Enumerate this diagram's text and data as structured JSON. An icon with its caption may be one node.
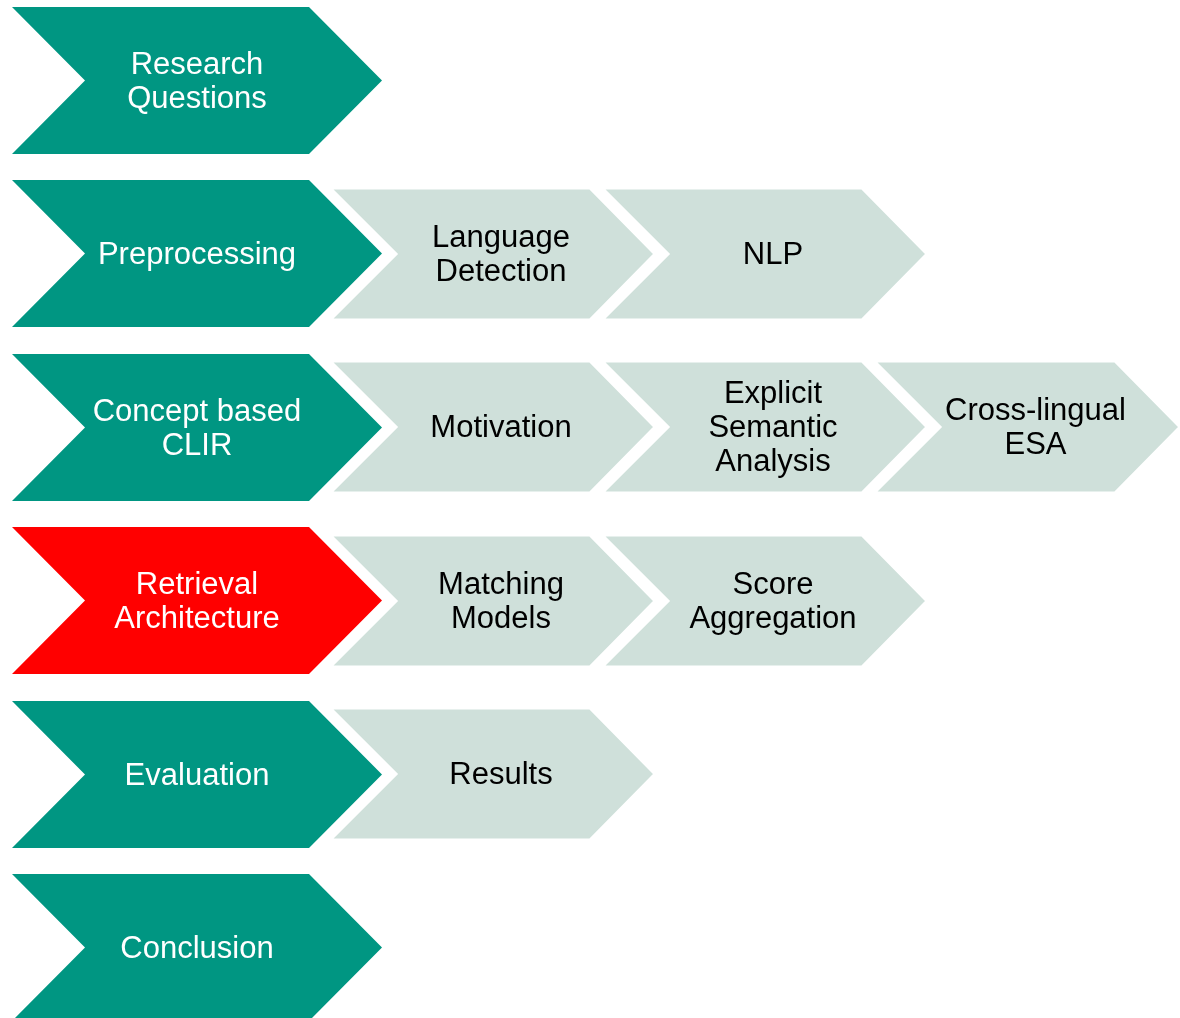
{
  "diagram": {
    "nodes": [
      {
        "text": [
          "Research Questions"
        ]
      },
      {
        "text": [
          "Preprocessing"
        ]
      },
      {
        "text": [
          "Language Detection"
        ]
      },
      {
        "text": [
          "NLP"
        ]
      },
      {
        "text": [
          "Concept based CLIR"
        ]
      },
      {
        "text": [
          "Motivation"
        ]
      },
      {
        "text": [
          "Explicit Semantic Analysis"
        ]
      },
      {
        "text": [
          "Cross-lingual ESA"
        ]
      },
      {
        "text": [
          "Retrieval Architecture"
        ]
      },
      {
        "text": [
          "Matching Models"
        ]
      },
      {
        "text": [
          "Score Aggregation"
        ]
      },
      {
        "text": [
          "Evaluation"
        ]
      },
      {
        "text": [
          "Results"
        ]
      },
      {
        "text": [
          "Conclusion"
        ]
      }
    ]
  }
}
